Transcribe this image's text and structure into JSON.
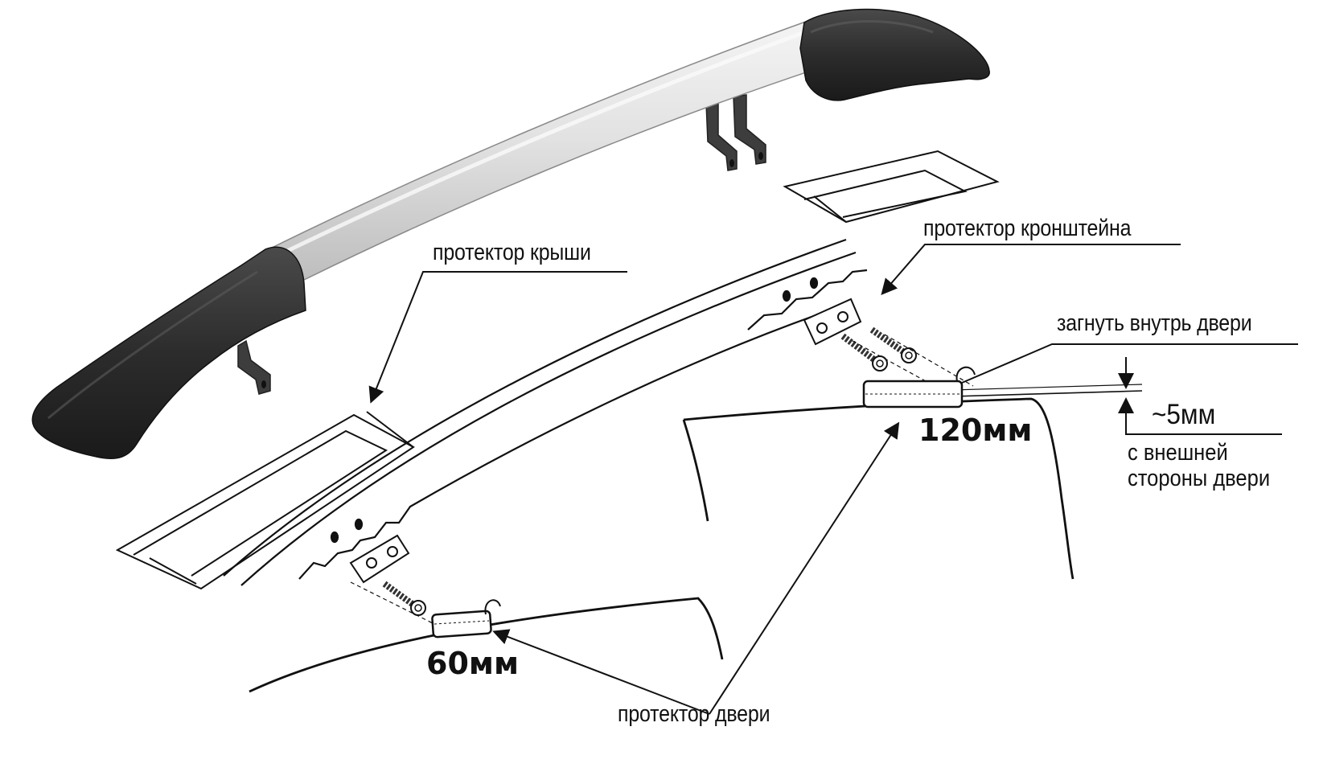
{
  "labels": {
    "roof_protector": "протектор крыши",
    "bracket_protector": "протектор кронштейна",
    "bend_inside_door": "загнуть внутрь двери",
    "gap_value": "~5мм",
    "outside_door_line1": "с внешней",
    "outside_door_line2": "стороны двери",
    "dim_120": "120мм",
    "dim_60": "60мм",
    "door_protector": "протектор двери"
  },
  "colors": {
    "line": "#111111",
    "rail_body": "#dcdcdc",
    "rail_highlight": "#f5f5f5",
    "end_cap": "#2b2b2b",
    "end_cap_highlight": "#4a4a4a",
    "bracket": "#3c3c3c",
    "background": "#ffffff"
  },
  "icons": [
    "roof-rail-illustration",
    "mounting-bracket-icon",
    "screw-icon",
    "door-protector-pad-icon",
    "bend-arrow-icon"
  ]
}
